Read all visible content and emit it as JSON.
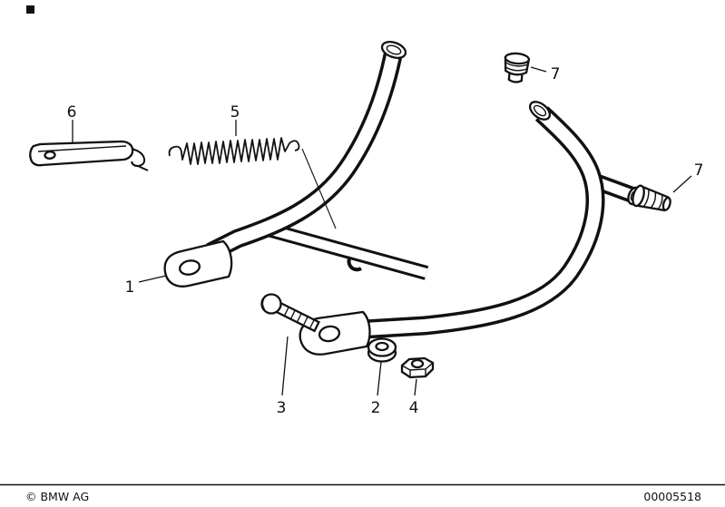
{
  "callouts": {
    "part1": "1",
    "part2": "2",
    "part3": "3",
    "part4": "4",
    "part5": "5",
    "part6": "6",
    "part7_top": "7",
    "part7_side": "7"
  },
  "footer": {
    "copyright": "© BMW AG",
    "document_number": "00005518"
  },
  "colors": {
    "line": "#111111",
    "background": "#ffffff"
  }
}
